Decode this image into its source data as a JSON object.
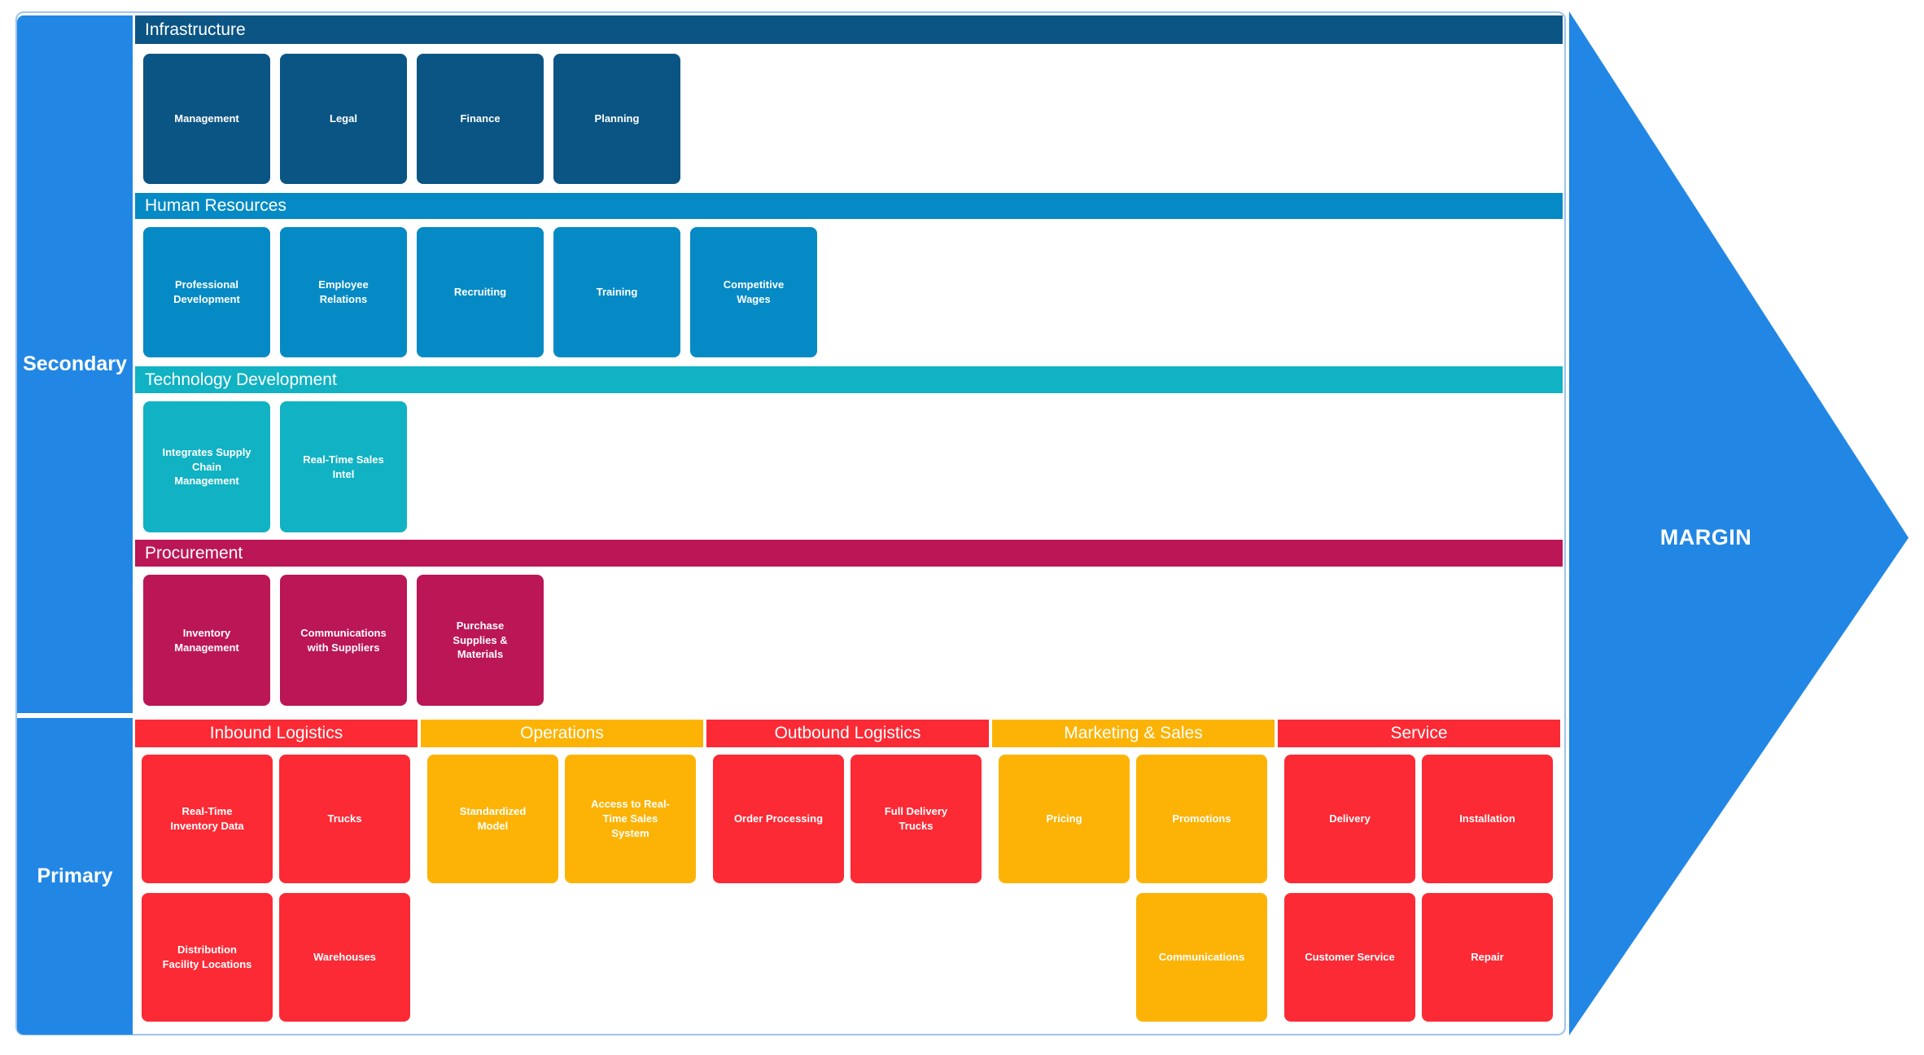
{
  "diagram": {
    "title_semantics": "Porter value chain diagram",
    "sidebar": {
      "secondary_label": "Secondary",
      "primary_label": "Primary"
    },
    "margin_label": "MARGIN",
    "secondary_rows": [
      {
        "title": "Infrastructure",
        "cards": [
          "Management",
          "Legal",
          "Finance",
          "Planning"
        ]
      },
      {
        "title": "Human Resources",
        "cards": [
          "Professional Development",
          "Employee Relations",
          "Recruiting",
          "Training",
          "Competitive Wages"
        ]
      },
      {
        "title": "Technology Development",
        "cards": [
          "Integrates Supply Chain Management",
          "Real-Time Sales Intel"
        ]
      },
      {
        "title": "Procurement",
        "cards": [
          "Inventory Management",
          "Communications with Suppliers",
          "Purchase Supplies & Materials"
        ]
      }
    ],
    "primary_columns": [
      {
        "title": "Inbound Logistics",
        "cards": [
          [
            "Real-Time Inventory Data",
            "Trucks"
          ],
          [
            "Distribution Facility Locations",
            "Warehouses"
          ]
        ]
      },
      {
        "title": "Operations",
        "cards": [
          [
            "Standardized Model",
            "Access to Real-Time Sales System"
          ],
          [
            null,
            null
          ]
        ]
      },
      {
        "title": "Outbound Logistics",
        "cards": [
          [
            "Order Processing",
            "Full Delivery Trucks"
          ],
          [
            null,
            null
          ]
        ]
      },
      {
        "title": "Marketing & Sales",
        "cards": [
          [
            "Pricing",
            "Promotions"
          ],
          [
            null,
            "Communications"
          ]
        ]
      },
      {
        "title": "Service",
        "cards": [
          [
            "Delivery",
            "Installation"
          ],
          [
            "Customer Service",
            "Repair"
          ]
        ]
      }
    ],
    "colors": {
      "sidebar_and_arrow_blue": "#2287e4",
      "infrastructure": "#0b5585",
      "human_resources": "#058ac5",
      "technology_development": "#10b2c3",
      "procurement": "#bb1656",
      "logistics_service_red": "#fb2a35",
      "operations_marketing_orange": "#fcb305",
      "outer_border": "#9ec4ec",
      "text": "#ffffff"
    }
  }
}
